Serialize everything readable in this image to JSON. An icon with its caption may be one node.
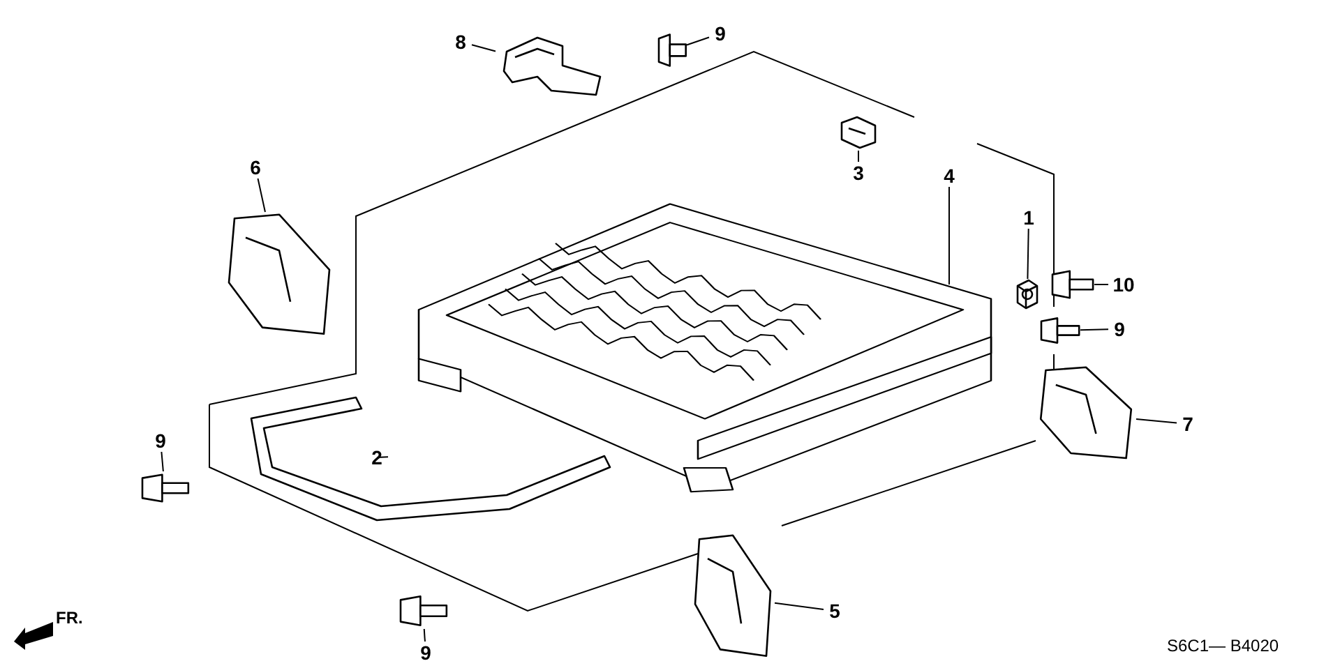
{
  "diagram": {
    "nodes": [
      {
        "text": [
          "8"
        ]
      },
      {
        "text": [
          "9"
        ]
      },
      {
        "text": [
          "4"
        ]
      },
      {
        "text": [
          "3"
        ]
      },
      {
        "text": [
          "6"
        ]
      },
      {
        "text": [
          "1"
        ]
      },
      {
        "text": [
          "10"
        ]
      },
      {
        "text": [
          "9"
        ]
      },
      {
        "text": [
          "7"
        ]
      },
      {
        "text": [
          "2"
        ]
      },
      {
        "text": [
          "9"
        ]
      },
      {
        "text": [
          "5"
        ]
      },
      {
        "text": [
          "9"
        ]
      },
      {
        "text": [],
        "shape": "picture"
      },
      {
        "text": [],
        "shape": "picture"
      },
      {
        "text": [],
        "shape": "picture"
      },
      {
        "text": [],
        "shape": "picture"
      },
      {
        "text": [],
        "shape": "picture"
      },
      {
        "text": [],
        "shape": "picture"
      },
      {
        "text": [],
        "shape": "picture"
      },
      {
        "text": [],
        "shape": "picture"
      },
      {
        "text": [],
        "shape": "picture"
      },
      {
        "text": [],
        "shape": "picture"
      },
      {
        "text": [],
        "shape": "picture"
      },
      {
        "text": [],
        "shape": "picture"
      },
      {
        "text": [],
        "shape": "picture"
      }
    ],
    "edges": [
      {
        "from": 0,
        "to": 13,
        "arrow": "none"
      },
      {
        "from": 1,
        "to": 14,
        "arrow": "none"
      },
      {
        "from": 2,
        "to": 15,
        "arrow": "none"
      },
      {
        "from": 3,
        "to": 16,
        "arrow": "none"
      },
      {
        "from": 4,
        "to": 17,
        "arrow": "none"
      },
      {
        "from": 5,
        "to": 18,
        "arrow": "none"
      },
      {
        "from": 6,
        "to": 19,
        "arrow": "none"
      },
      {
        "from": 7,
        "to": 20,
        "arrow": "none"
      },
      {
        "from": 8,
        "to": 21,
        "arrow": "none"
      },
      {
        "from": 9,
        "to": 22,
        "arrow": "none"
      },
      {
        "from": 10,
        "to": 23,
        "arrow": "none"
      },
      {
        "from": 11,
        "to": 24,
        "arrow": "none"
      },
      {
        "from": 12,
        "to": 25,
        "arrow": "none"
      }
    ],
    "labels": [
      "FR.",
      "S6C1— B4020"
    ]
  }
}
